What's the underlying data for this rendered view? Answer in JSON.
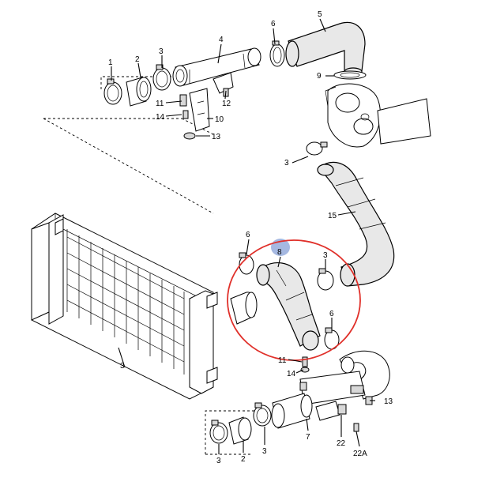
{
  "diagram": {
    "highlight_color": "#e0302a",
    "marker_color": "#5b7ec8",
    "callouts": [
      {
        "id": "c1",
        "label": "1"
      },
      {
        "id": "c2",
        "label": "2"
      },
      {
        "id": "c3",
        "label": "3"
      },
      {
        "id": "c4",
        "label": "3"
      },
      {
        "id": "c5",
        "label": "4"
      },
      {
        "id": "c6",
        "label": "5"
      },
      {
        "id": "c7",
        "label": "6"
      },
      {
        "id": "c8",
        "label": "9"
      },
      {
        "id": "c9",
        "label": "11"
      },
      {
        "id": "c10",
        "label": "12"
      },
      {
        "id": "c11",
        "label": "14"
      },
      {
        "id": "c12",
        "label": "10"
      },
      {
        "id": "c13",
        "label": "13"
      },
      {
        "id": "c14",
        "label": "3"
      },
      {
        "id": "c15",
        "label": "15"
      },
      {
        "id": "c16",
        "label": "6"
      },
      {
        "id": "c17",
        "label": "8"
      },
      {
        "id": "c18",
        "label": "3"
      },
      {
        "id": "c19",
        "label": "6"
      },
      {
        "id": "c20",
        "label": "11"
      },
      {
        "id": "c21",
        "label": "14"
      },
      {
        "id": "c22",
        "label": "13"
      },
      {
        "id": "c23",
        "label": "3"
      },
      {
        "id": "c24",
        "label": "2"
      },
      {
        "id": "c25",
        "label": "3"
      },
      {
        "id": "c26",
        "label": "7"
      },
      {
        "id": "c27",
        "label": "22"
      },
      {
        "id": "c28",
        "label": "22A"
      }
    ]
  }
}
